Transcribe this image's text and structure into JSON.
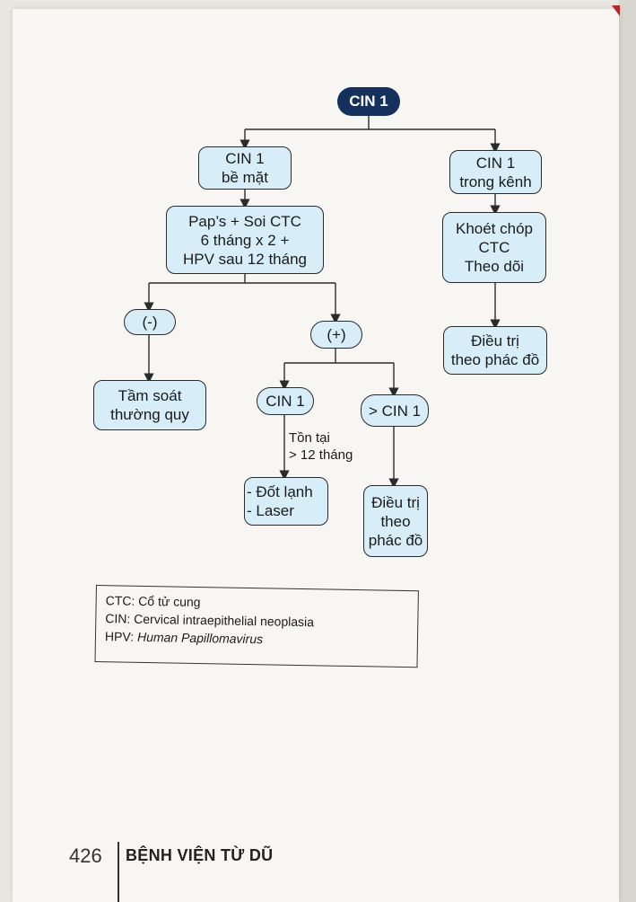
{
  "diagram": {
    "root": "CIN 1",
    "nodes": {
      "cin1_surface": [
        "CIN 1",
        "bề mặt"
      ],
      "cin1_canal": [
        "CIN 1",
        "trong kênh"
      ],
      "paps": [
        "Pap’s + Soi CTC",
        "6 tháng x 2 +",
        "HPV sau 12 tháng"
      ],
      "conization": [
        "Khoét chóp",
        "CTC",
        "Theo dõi"
      ],
      "treat_right": [
        "Điều trị",
        "theo phác đồ"
      ],
      "negative": "(-)",
      "positive": "(+)",
      "routine": [
        "Tầm soát",
        "thường quy"
      ],
      "cin1_sub": "CIN 1",
      "gt_cin1": "> CIN 1",
      "cryo_laser": [
        "- Đốt lạnh",
        "- Laser"
      ],
      "treat_bottom": [
        "Điều trị",
        "theo",
        "phác đồ"
      ]
    },
    "edge_label_persist": [
      "Tồn tại",
      "> 12 tháng"
    ]
  },
  "legend": {
    "line1": "CTC: Cổ tử cung",
    "line2": "CIN: Cervical intraepithelial neoplasia",
    "line3_prefix": "HPV: ",
    "line3_italic": "Human Papillomavirus"
  },
  "footer": {
    "page_number": "426",
    "title": "BỆNH VIỆN TỪ DŨ"
  },
  "colors": {
    "node_fill": "#d7edf7",
    "root_fill": "#13315c",
    "line": "#2b2b2b"
  }
}
